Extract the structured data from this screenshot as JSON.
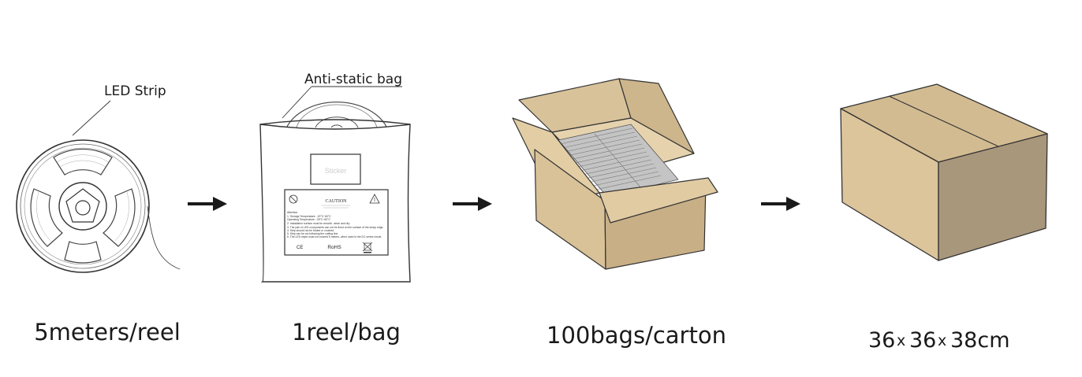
{
  "steps": [
    {
      "caption": "5meters/reel",
      "callout": "LED Strip"
    },
    {
      "caption": "1reel/bag",
      "callout": "Anti-static bag"
    },
    {
      "caption": "100bags/carton"
    },
    {
      "caption_parts": [
        "36",
        "x",
        "36",
        "x",
        "38cm"
      ]
    }
  ],
  "bag_label": {
    "sticker": "Sticker",
    "title": "CAUTION",
    "attention": "Attention",
    "lines": [
      "1. Storage Temperature: -20°C~60°C",
      "   Operating Temperature: -25°C~60°C",
      "2. Installation surface must be smooth, clean and dry.",
      "3. The pair of LED components can not be fixed on the surface of the sharp edge.",
      "4. Strip should not be folded or crushed.",
      "5. Strip can be cut following the cutting line.",
      "6. The LED strips must not exceed 5 meters, when used in the DC series circuit."
    ],
    "ce": "CE",
    "rohs": "RoHS"
  },
  "colors": {
    "carton_front": "#dac39b",
    "carton_side": "#a89478",
    "carton_top": "#d1b98f",
    "carton_inner": "#e8d6b4",
    "bags_stack": "#c9c9c9",
    "arrow": "#1a1a1a",
    "line": "#333333"
  },
  "icons": [
    "reel-icon",
    "anti-static-bag-icon",
    "open-carton-icon",
    "closed-carton-icon",
    "arrow-right-icon",
    "esd-warning-icon",
    "recycle-bin-icon",
    "no-fold-icon"
  ]
}
